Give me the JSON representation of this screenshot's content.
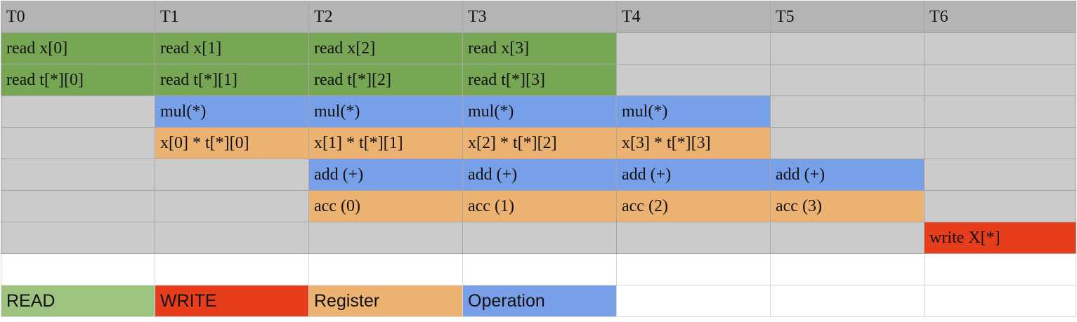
{
  "header": [
    "T0",
    "T1",
    "T2",
    "T3",
    "T4",
    "T5",
    "T6"
  ],
  "colors": {
    "read": "#77a655",
    "operation": "#78a0e8",
    "register": "#ecb271",
    "write": "#e83d1a",
    "idle": "#cbcbcb",
    "header": "#b4b4b4",
    "legend_read": "#9ec27f"
  },
  "rows": [
    {
      "cells": [
        {
          "text": "read x[0]",
          "type": "read"
        },
        {
          "text": "read x[1]",
          "type": "read"
        },
        {
          "text": "read x[2]",
          "type": "read"
        },
        {
          "text": "read x[3]",
          "type": "read"
        },
        {
          "text": "",
          "type": "idle"
        },
        {
          "text": "",
          "type": "idle"
        },
        {
          "text": "",
          "type": "idle"
        }
      ]
    },
    {
      "cells": [
        {
          "text": "read t[*][0]",
          "type": "read"
        },
        {
          "text": "read t[*][1]",
          "type": "read"
        },
        {
          "text": "read t[*][2]",
          "type": "read"
        },
        {
          "text": "read t[*][3]",
          "type": "read"
        },
        {
          "text": "",
          "type": "idle"
        },
        {
          "text": "",
          "type": "idle"
        },
        {
          "text": "",
          "type": "idle"
        }
      ]
    },
    {
      "cells": [
        {
          "text": "",
          "type": "idle"
        },
        {
          "text": "mul(*)",
          "type": "op"
        },
        {
          "text": "mul(*)",
          "type": "op"
        },
        {
          "text": "mul(*)",
          "type": "op"
        },
        {
          "text": "mul(*)",
          "type": "op"
        },
        {
          "text": "",
          "type": "idle"
        },
        {
          "text": "",
          "type": "idle"
        }
      ]
    },
    {
      "cells": [
        {
          "text": "",
          "type": "idle"
        },
        {
          "text": "x[0] * t[*][0]",
          "type": "reg"
        },
        {
          "text": "x[1] * t[*][1]",
          "type": "reg"
        },
        {
          "text": "x[2] * t[*][2]",
          "type": "reg"
        },
        {
          "text": "x[3] * t[*][3]",
          "type": "reg"
        },
        {
          "text": "",
          "type": "idle"
        },
        {
          "text": "",
          "type": "idle"
        }
      ]
    },
    {
      "cells": [
        {
          "text": "",
          "type": "idle"
        },
        {
          "text": "",
          "type": "idle"
        },
        {
          "text": "add (+)",
          "type": "op"
        },
        {
          "text": "add (+)",
          "type": "op"
        },
        {
          "text": "add (+)",
          "type": "op"
        },
        {
          "text": "add (+)",
          "type": "op"
        },
        {
          "text": "",
          "type": "idle"
        }
      ]
    },
    {
      "cells": [
        {
          "text": "",
          "type": "idle"
        },
        {
          "text": "",
          "type": "idle"
        },
        {
          "text": "acc (0)",
          "type": "reg"
        },
        {
          "text": "acc (1)",
          "type": "reg"
        },
        {
          "text": "acc (2)",
          "type": "reg"
        },
        {
          "text": "acc (3)",
          "type": "reg"
        },
        {
          "text": "",
          "type": "idle"
        }
      ]
    },
    {
      "cells": [
        {
          "text": "",
          "type": "idle"
        },
        {
          "text": "",
          "type": "idle"
        },
        {
          "text": "",
          "type": "idle"
        },
        {
          "text": "",
          "type": "idle"
        },
        {
          "text": "",
          "type": "idle"
        },
        {
          "text": "",
          "type": "idle"
        },
        {
          "text": "write X[*]",
          "type": "write"
        }
      ]
    }
  ],
  "legend": {
    "read": "READ",
    "write": "WRITE",
    "register": "Register",
    "operation": "Operation"
  }
}
